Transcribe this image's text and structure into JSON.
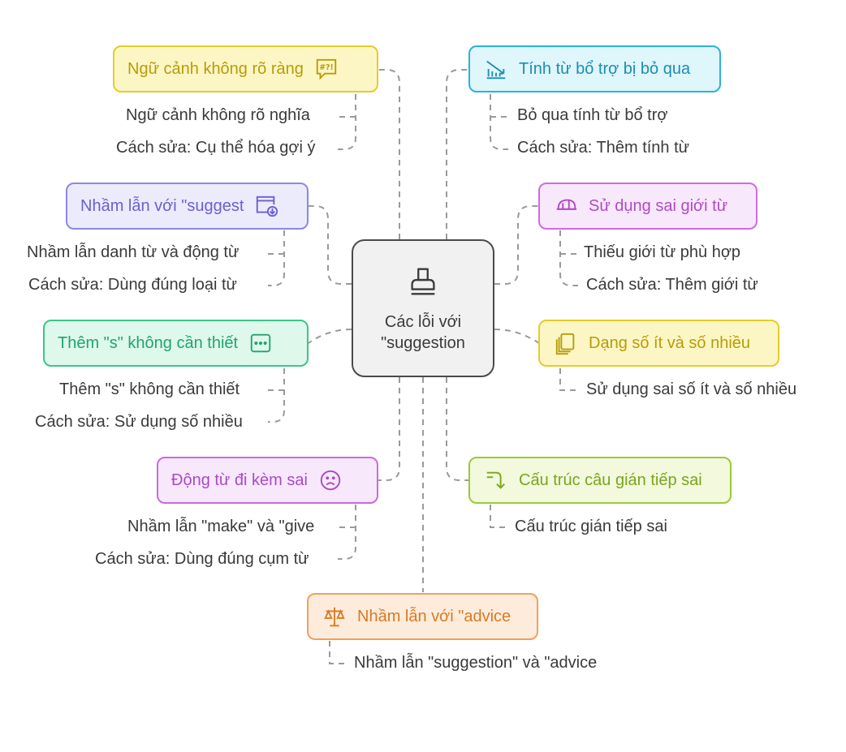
{
  "center": {
    "title": "Các lỗi với\n\"suggestion",
    "icon": "stamp-icon"
  },
  "branches": [
    {
      "id": "context",
      "label": "Ngữ cảnh không rõ ràng",
      "icon": "speech-symbols-icon",
      "color": "#e3cd2a",
      "leaves": [
        "Ngữ cảnh không rõ nghĩa",
        "Cách sửa: Cụ thể hóa gợi ý"
      ]
    },
    {
      "id": "adjective",
      "label": "Tính từ bổ trợ bị bỏ qua",
      "icon": "decline-chart-icon",
      "color": "#2ab3d8",
      "leaves": [
        "Bỏ qua tính từ bổ trợ",
        "Cách sửa: Thêm tính từ"
      ]
    },
    {
      "id": "suggest",
      "label": "Nhầm lẫn với \"suggest",
      "icon": "window-download-icon",
      "color": "#8f86e6",
      "leaves": [
        "Nhầm lẫn danh từ và động từ",
        "Cách sửa: Dùng đúng loại từ"
      ]
    },
    {
      "id": "preposition",
      "label": "Sử dụng sai giới từ",
      "icon": "cap-icon",
      "color": "#cf6be0",
      "leaves": [
        "Thiếu giới từ phù hợp",
        "Cách sửa: Thêm giới từ"
      ]
    },
    {
      "id": "plural-s",
      "label": "Thêm \"s\" không cần thiết",
      "icon": "ellipsis-box-icon",
      "color": "#3fc38c",
      "leaves": [
        "Thêm \"s\" không cần thiết",
        "Cách sửa: Sử dụng số nhiều"
      ]
    },
    {
      "id": "number",
      "label": "Dạng số ít và số nhiều",
      "icon": "copy-icon",
      "color": "#e3cd2a",
      "leaves": [
        "Sử dụng sai số ít và số nhiều"
      ]
    },
    {
      "id": "verb",
      "label": "Động từ đi kèm sai",
      "icon": "sad-face-icon",
      "color": "#c86be0",
      "leaves": [
        "Nhầm lẫn \"make\" và \"give",
        "Cách sửa: Dùng đúng cụm từ"
      ]
    },
    {
      "id": "indirect",
      "label": "Cấu trúc câu gián tiếp sai",
      "icon": "turn-down-arrow-icon",
      "color": "#9bc93a",
      "leaves": [
        "Cấu trúc gián tiếp sai"
      ]
    },
    {
      "id": "advice",
      "label": "Nhầm lẫn với \"advice",
      "icon": "scale-icon",
      "color": "#f2a05a",
      "leaves": [
        "Nhầm lẫn \"suggestion\" và \"advice"
      ]
    }
  ]
}
